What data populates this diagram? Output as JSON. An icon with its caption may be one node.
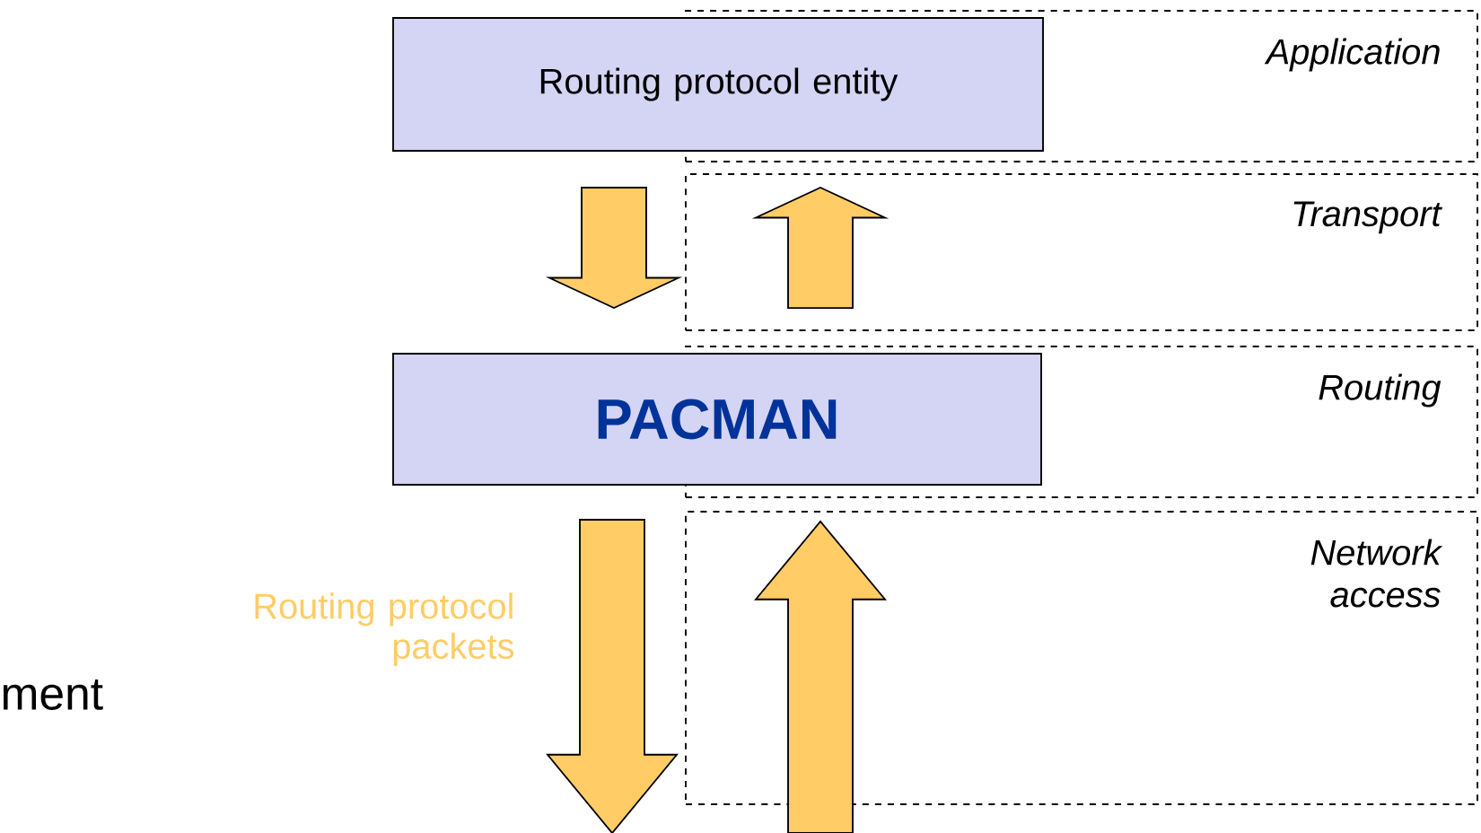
{
  "diagram": {
    "nodes": [
      {
        "text": [
          "Routing protocol entity"
        ]
      },
      {
        "text": [
          "PACMAN"
        ]
      },
      {
        "text": [
          "Application"
        ]
      },
      {
        "text": [
          "Transport"
        ]
      },
      {
        "text": [
          "Routing"
        ]
      },
      {
        "text": [
          "Network access"
        ]
      }
    ],
    "edges": [
      {
        "from": 0,
        "to": 1,
        "arrow": "to"
      },
      {
        "from": 1,
        "to": 0,
        "arrow": "to"
      },
      {
        "from": 1,
        "to": null,
        "arrow": "to",
        "label": "Routing protocol packets"
      },
      {
        "from": null,
        "to": 1,
        "arrow": "to"
      }
    ],
    "labels": [
      "ment"
    ]
  }
}
